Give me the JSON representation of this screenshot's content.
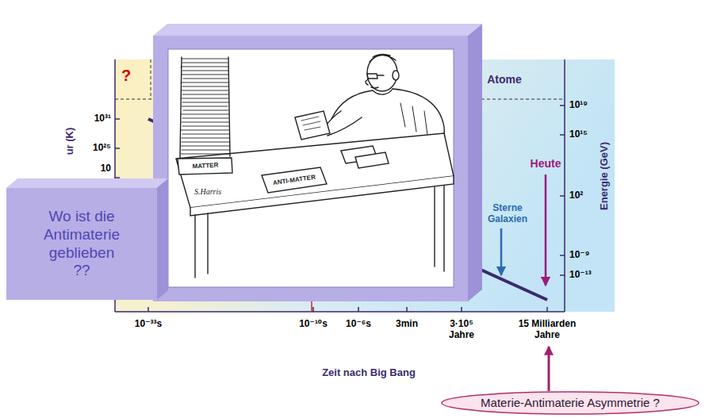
{
  "diagram": {
    "nodes": [
      {
        "text": [
          "Wo ist die Antimaterie geblieben ??"
        ]
      },
      {
        "text": [
          "Materie-Antimaterie Asymmetrie ?"
        ]
      }
    ],
    "labels": [
      "?",
      "Atome",
      "10³¹",
      "10²⁵",
      "10",
      "ur (K)",
      "10¹⁹",
      "10¹⁵",
      "10²",
      "10⁻⁹",
      "10⁻¹³",
      "Energie (GeV)",
      "Heute",
      "Sterne Galaxien",
      "10⁻³³s",
      "10⁻¹⁰s",
      "10⁻⁶s",
      "3min",
      "3·10⁵ Jahre",
      "15 Milliarden Jahre",
      "Zeit nach Big Bang",
      "MATTER",
      "ANTI-MATTER",
      "S.Harris"
    ]
  }
}
